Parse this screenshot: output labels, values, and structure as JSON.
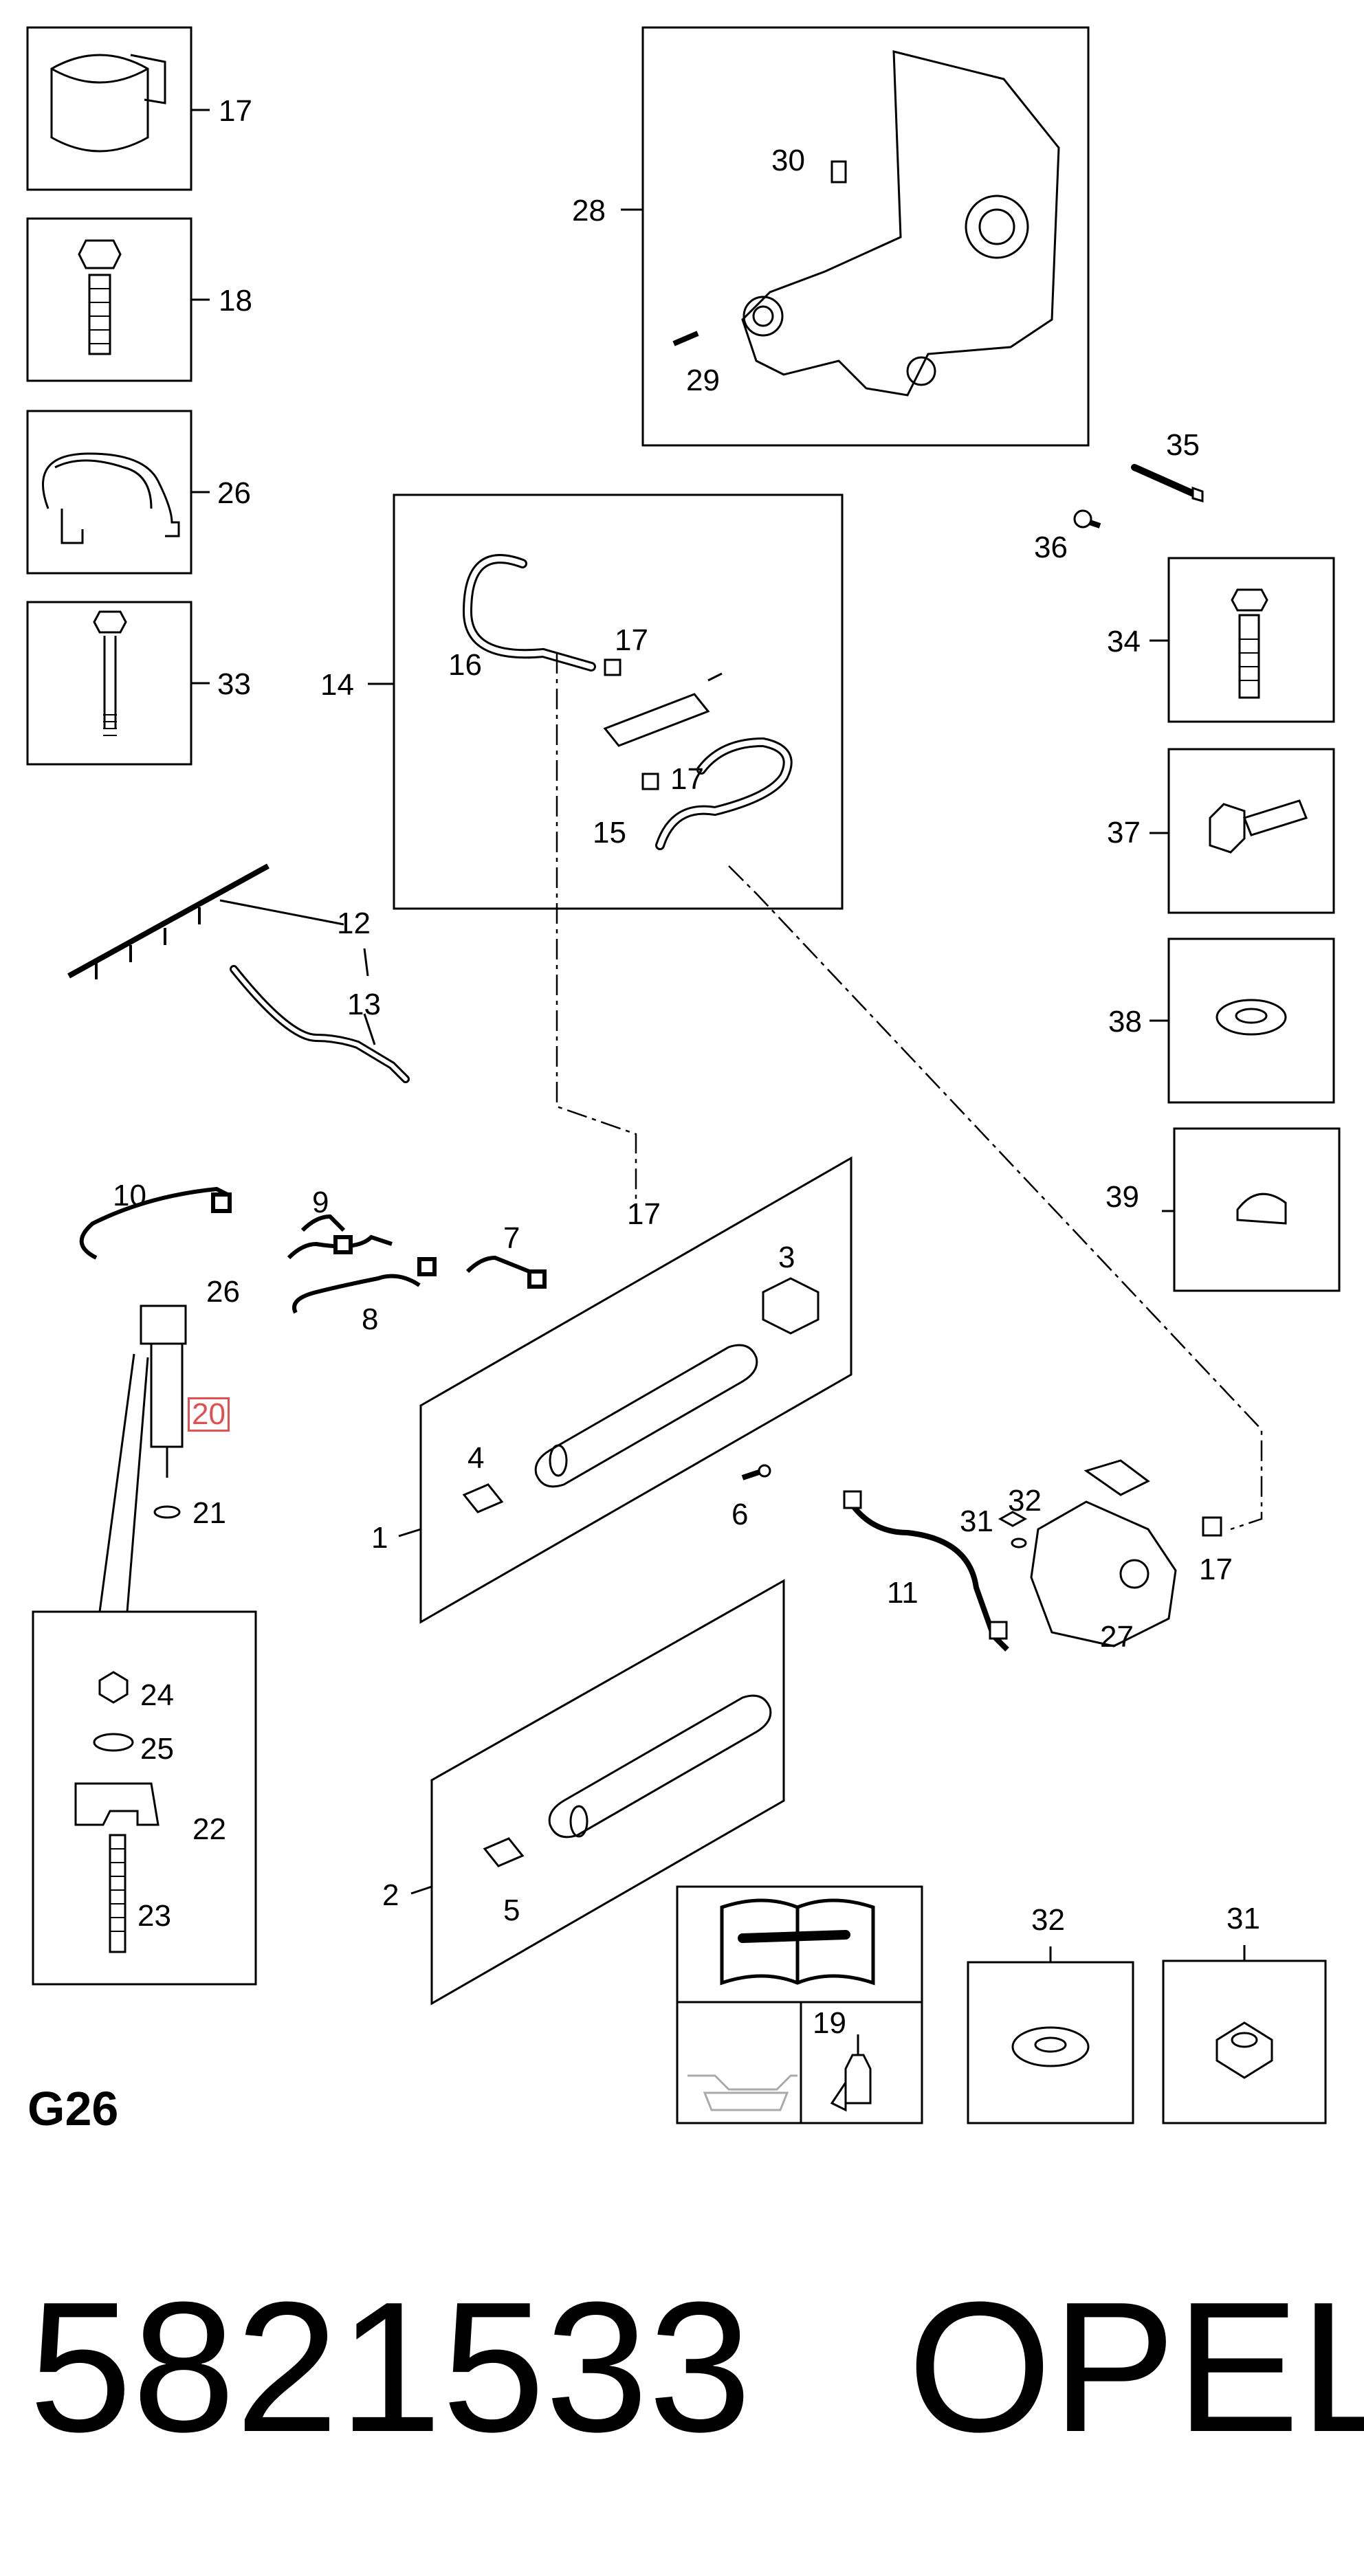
{
  "section_code": "G26",
  "part_number": "5821533",
  "brand": "OPEL",
  "highlighted_callout": "20",
  "highlight_color": "#e05050",
  "callouts": {
    "c1": "1",
    "c2": "2",
    "c3": "3",
    "c4": "4",
    "c5": "5",
    "c6": "6",
    "c7": "7",
    "c8": "8",
    "c9": "9",
    "c10": "10",
    "c11": "11",
    "c12": "12",
    "c13": "13",
    "c14": "14",
    "c15": "15",
    "c16": "16",
    "c17a": "17",
    "c17b": "17",
    "c17c": "17",
    "c17d": "17",
    "c17e": "17",
    "c18": "18",
    "c19": "19",
    "c20": "20",
    "c21": "21",
    "c22": "22",
    "c23": "23",
    "c24": "24",
    "c25": "25",
    "c26a": "26",
    "c26b": "26",
    "c27": "27",
    "c28": "28",
    "c29": "29",
    "c30": "30",
    "c31a": "31",
    "c31b": "31",
    "c32a": "32",
    "c32b": "32",
    "c33": "33",
    "c34": "34",
    "c35": "35",
    "c36": "36",
    "c37": "37",
    "c38": "38",
    "c39": "39"
  },
  "icons": [
    "repair-manual-icon",
    "oil-pan-icon",
    "sealant-tube-icon"
  ]
}
